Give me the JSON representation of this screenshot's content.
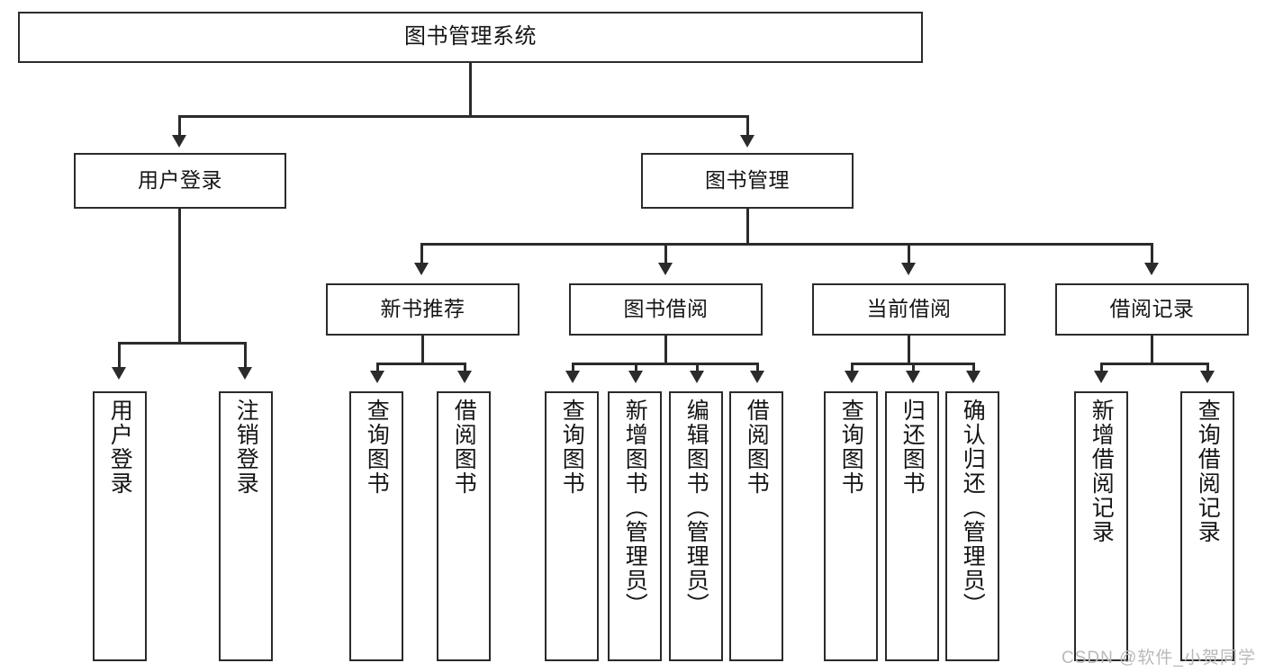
{
  "diagram": {
    "title": "图书管理系统",
    "type": "tree-hierarchy-diagram",
    "root": {
      "label": "图书管理系统"
    },
    "level2": [
      {
        "label": "用户登录"
      },
      {
        "label": "图书管理"
      }
    ],
    "level3": [
      {
        "label": "新书推荐"
      },
      {
        "label": "图书借阅"
      },
      {
        "label": "当前借阅"
      },
      {
        "label": "借阅记录"
      }
    ],
    "leaves": {
      "user_login": [
        {
          "label": "用户登录"
        },
        {
          "label": "注销登录"
        }
      ],
      "new_book_recommend": [
        {
          "label": "查询图书"
        },
        {
          "label": "借阅图书"
        }
      ],
      "book_borrow": [
        {
          "label": "查询图书"
        },
        {
          "label": "新增图书（管理员）"
        },
        {
          "label": "编辑图书（管理员）"
        },
        {
          "label": "借阅图书"
        }
      ],
      "current_borrow": [
        {
          "label": "查询图书"
        },
        {
          "label": "归还图书"
        },
        {
          "label": "确认归还（管理员）"
        }
      ],
      "borrow_record": [
        {
          "label": "新增借阅记录"
        },
        {
          "label": "查询借阅记录"
        }
      ]
    }
  },
  "watermark": {
    "text": "CSDN @软件_小贺同学"
  },
  "colors": {
    "stroke": "#2b2b2b",
    "background": "#ffffff",
    "text": "#151515",
    "watermark": "#b9b9b9"
  }
}
